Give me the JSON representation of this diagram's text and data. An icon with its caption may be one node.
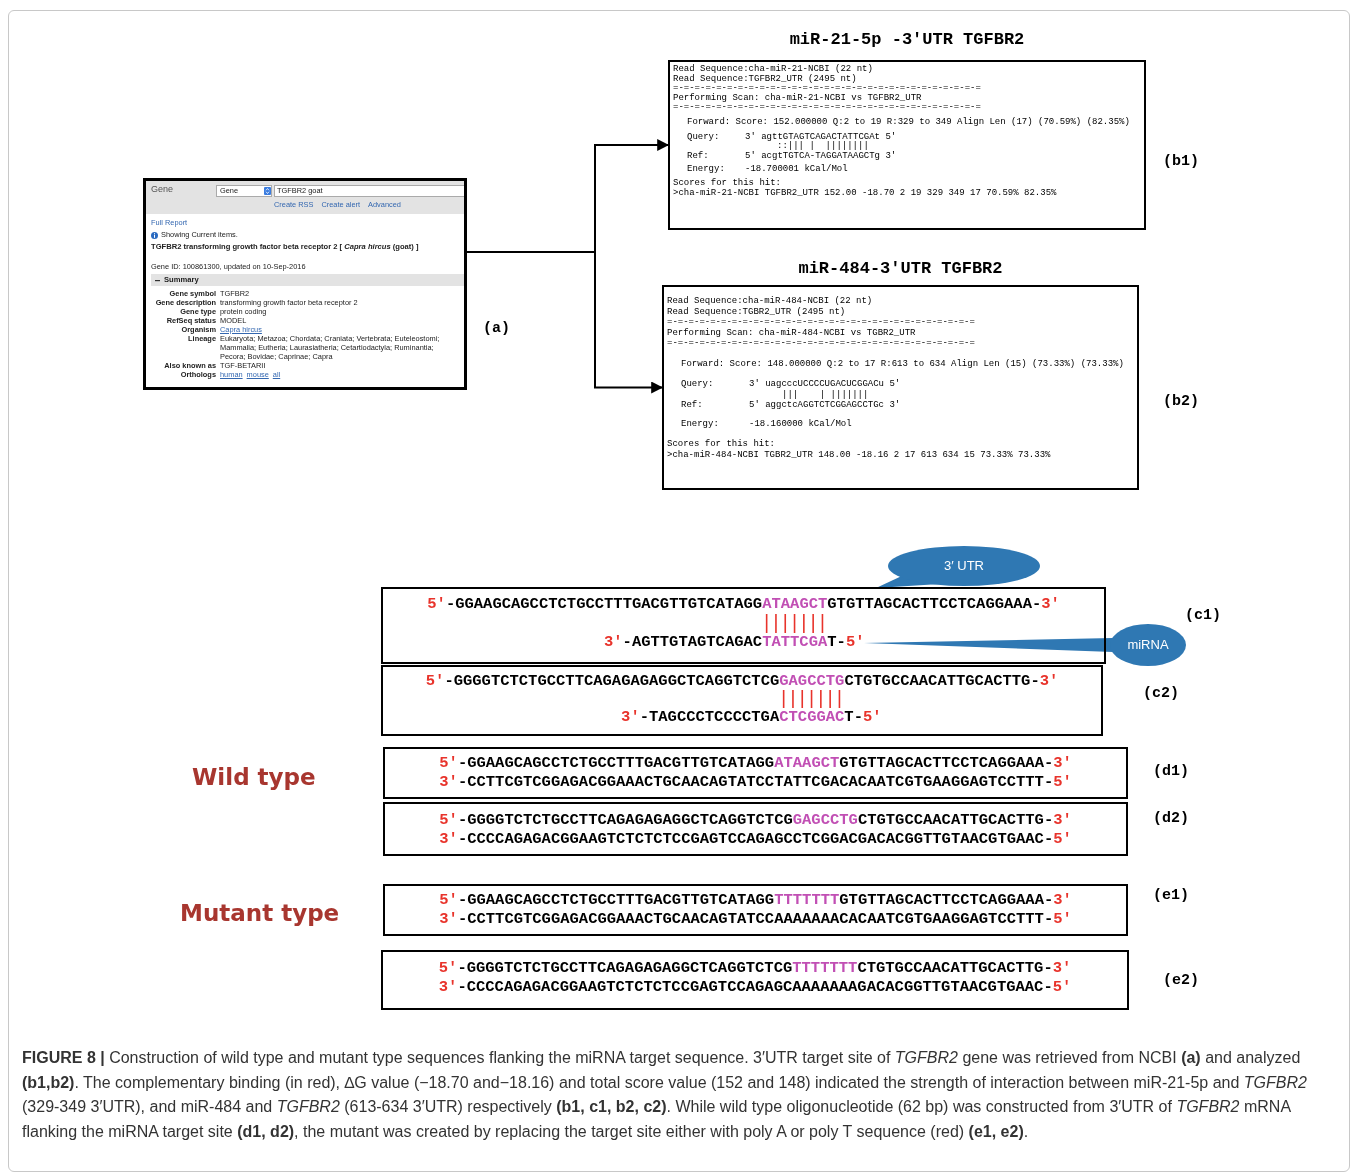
{
  "diagram": {
    "nodes": [
      {
        "text": [
          "Gene",
          "Gene",
          "TGFBR2 goat",
          "Create RSS",
          "Create alert",
          "Advanced",
          "Full Report",
          "Showing Current items.",
          "TGFBR2 transforming growth factor beta receptor 2 [ *Capra hircus* (goat) ]",
          "Gene ID: 100861300, updated on 10-Sep-2016",
          "Summary",
          "Gene symbol",
          "TGFBR2",
          "Gene description",
          "transforming growth factor beta receptor 2",
          "Gene type",
          "protein coding",
          "RefSeq status",
          "MODEL",
          "Organism",
          "Capra hircus",
          "Lineage",
          "Eukaryota; Metazoa; Chordata; Craniata; Vertebrata; Euteleostomi; Mammalia; Eutheria; Laurasiatheria; Cetartiodactyla; Ruminantia; Pecora; Bovidae; Caprinae; Capra",
          "Also known as",
          "TGF-BETARII",
          "Orthologs",
          "human",
          "mouse",
          "all"
        ],
        "beside": [
          "(a)"
        ]
      },
      {
        "text": [
          "miR-21-5p -3′UTR TGFBR2",
          "Read Sequence:cha-miR-21-NCBI (22 nt)",
          "Read Sequence:TGFBR2_UTR (2495 nt)",
          "=-=-=-=-=-=-=-=-=-=-=-=-=-=-=-=-=-=-=-=-=-=-=-=-=-=-=-=-=",
          "Performing Scan: cha-miR-21-NCBI vs TGFBR2_UTR",
          "=-=-=-=-=-=-=-=-=-=-=-=-=-=-=-=-=-=-=-=-=-=-=-=-=-=-=-=-=",
          "Forward: Score: 152.000000 Q:2 to 19 R:329 to 349 Align Len (17) (70.59%) (82.35%)",
          "Query:",
          "3' agttGTAGTCAGACTATTCGAt 5'",
          "::||| |  ||||||||",
          "Ref:",
          "5' acgtTGTCA-TAGGATAAGCTg 3'",
          "Energy:",
          "-18.700001 kCal/Mol",
          "Scores for this hit:",
          ">cha-miR-21-NCBI TGFBR2_UTR 152.00 -18.70 2 19 329 349 17 70.59% 82.35%"
        ],
        "beside": [
          "(b1)"
        ]
      },
      {
        "text": [
          "miR-484-3′UTR TGFBR2",
          "Read Sequence:cha-miR-484-NCBI (22 nt)",
          "Read Sequence:TGBR2_UTR (2495 nt)",
          "=-=-=-=-=-=-=-=-=-=-=-=-=-=-=-=-=-=-=-=-=-=-=-=-=-=-=-=-=",
          "Performing Scan: cha-miR-484-NCBI vs TGBR2_UTR",
          "=-=-=-=-=-=-=-=-=-=-=-=-=-=-=-=-=-=-=-=-=-=-=-=-=-=-=-=-=",
          "Forward: Score: 148.000000 Q:2 to 17 R:613 to 634 Align Len (15) (73.33%) (73.33%)",
          "Query:",
          "3' uagcccUCCCCUGACUCGGACu 5'",
          "|||    | |||||||",
          "Ref:",
          "5' aggctcAGGTCTCGGAGCCTGc 3'",
          "Energy:",
          "-18.160000 kCal/Mol",
          "Scores for this hit:",
          ">cha-miR-484-NCBI TGBR2_UTR 148.00 -18.16 2 17 613 634 15 73.33% 73.33%"
        ],
        "beside": [
          "(b2)"
        ]
      },
      {
        "text": [
          "5′-GGAAGCAGCCTCTGCCTTTGACGTTGTCATAGGATAAGCTGTGTTAGCACTTCCTCAGGAAA-3′",
          "3′-AGTTGTAGTCAGACTATTCGAT-5′"
        ]
      },
      {
        "text": [
          "3′ UTR"
        ]
      },
      {
        "text": [
          "miRNA"
        ]
      },
      {
        "text": [
          "5′-GGGGTCTCTGCCTTCAGAGAGAGGCTCAGGTCTCGGAGCCTGCTGTGCCAACATTGCACTTG-3′",
          "3′-TAGCCCTCCCCTGACTCGGACT-5′"
        ]
      },
      {
        "text": [
          "5′-GGAAGCAGCCTCTGCCTTTGACGTTGTCATAGGATAAGCTGTGTTAGCACTTCCTCAGGAAA-3′",
          "3′-CCTTCGTCGGAGACGGAAACTGCAACAGTATCCTATTCGACACAATCGTGAAGGAGTCCTTT-5′"
        ],
        "beside": [
          "(d1)"
        ]
      },
      {
        "text": [
          "5′-GGGGTCTCTGCCTTCAGAGAGAGGCTCAGGTCTCGGAGCCTGCTGTGCCAACATTGCACTTG-3′",
          "3′-CCCCAGAGACGGAAGTCTCTCTCCGAGTCCAGAGCCTCGGACGACACGGTTGTAACGTGAAC-5′"
        ],
        "beside": [
          "(d2)"
        ]
      },
      {
        "text": [
          "5′-GGAAGCAGCCTCTGCCTTTGACGTTGTCATAGGTTTTTTTGTGTTAGCACTTCCTCAGGAAA-3′",
          "3′-CCTTCGTCGGAGACGGAAACTGCAACAGTATCCAAAAAAACACAATCGTGAAGGAGTCCTTT-5′"
        ],
        "beside": [
          "(e1)"
        ]
      },
      {
        "text": [
          "5′-GGGGTCTCTGCCTTCAGAGAGAGGCTCAGGTCTCGTTTTTTTCTGTGCCAACATTGCACTTG-3′",
          "3′-CCCCAGAGACGGAAGTCTCTCTCCGAGTCCAGAGCAAAAAAAGACACGGTTGTAACGTGAAC-5′"
        ],
        "beside": [
          "(e2)"
        ]
      }
    ],
    "edges": [
      {
        "from": 0,
        "to": 1,
        "arrow": "to"
      },
      {
        "from": 0,
        "to": 2,
        "arrow": "to"
      },
      {
        "from": 4,
        "to": 3,
        "arrow": "none",
        "color": "#2f78b3"
      },
      {
        "from": 5,
        "to": 3,
        "arrow": "none",
        "color": "#2f78b3"
      }
    ],
    "labels": [
      "(c1)",
      "(c2)",
      "Wild type",
      "Mutant type"
    ],
    "caption": "**FIGURE 8 |** Construction of wild type and mutant type sequences flanking the miRNA target sequence. 3′UTR target site of *TGFBR2* gene was retrieved from NCBI **(a)** and analyzed **(b1,b2)**. The complementary binding (in red), ∆G value (−18.70 and−18.16) and total score value (152 and 148) indicated the strength of interaction between miR-21-5p and *TGFBR2* (329-349 3′UTR), and miR-484 and *TGFBR2* (613-634 3′UTR) respectively **(b1, c1, b2, c2)**. While wild type oligonucleotide (62 bp) was constructed from 3′UTR of *TGFBR2* mRNA flanking the miRNA target site **(d1, d2)**, the mutant was created by replacing the target site either with poly A or poly T sequence (red) **(e1, e2)**."
  }
}
